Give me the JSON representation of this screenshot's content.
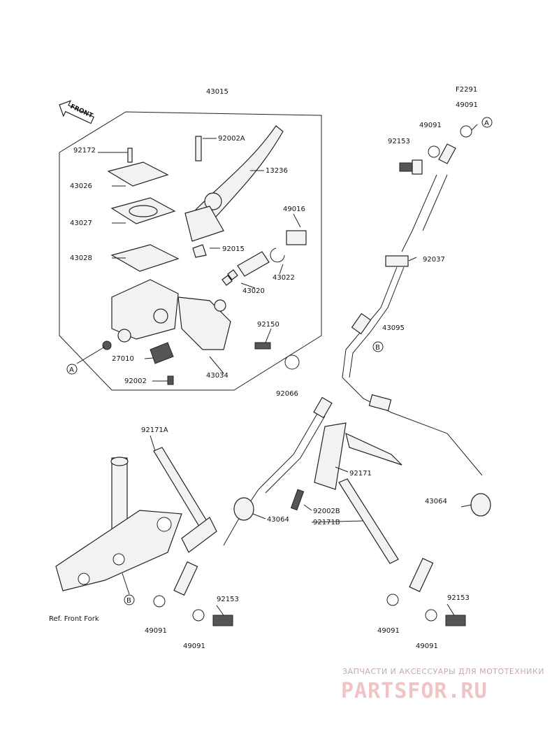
{
  "figure_code": "F2291",
  "front_label": "FRONT",
  "ref_text": "Ref. Front Fork",
  "markers": {
    "a": "A",
    "b": "B"
  },
  "labels": {
    "p43015": "43015",
    "p92172": "92172",
    "p43026": "43026",
    "p43027": "43027",
    "p43028": "43028",
    "p92002A": "92002A",
    "p13236": "13236",
    "p49016": "49016",
    "p92015": "92015",
    "p43020": "43020",
    "p43022": "43022",
    "p92150": "92150",
    "p27010": "27010",
    "p43034": "43034",
    "p92002": "92002",
    "p49091_top1": "49091",
    "p49091_top2": "49091",
    "p92153_top": "92153",
    "p92037": "92037",
    "p43095": "43095",
    "p92066": "92066",
    "p92171A": "92171A",
    "p92171": "92171",
    "p43064_left": "43064",
    "p92002B": "92002B",
    "p92171B": "92171B",
    "p43064_right": "43064",
    "p92153_bl": "92153",
    "p49091_bl1": "49091",
    "p49091_bl2": "49091",
    "p92153_br": "92153",
    "p49091_br1": "49091",
    "p49091_br2": "49091"
  },
  "watermark": {
    "tagline": "ЗАПЧАСТИ И АКСЕССУАРЫ ДЛЯ МОТОТЕХНИКИ",
    "brand": "PARTSFOR.RU"
  }
}
